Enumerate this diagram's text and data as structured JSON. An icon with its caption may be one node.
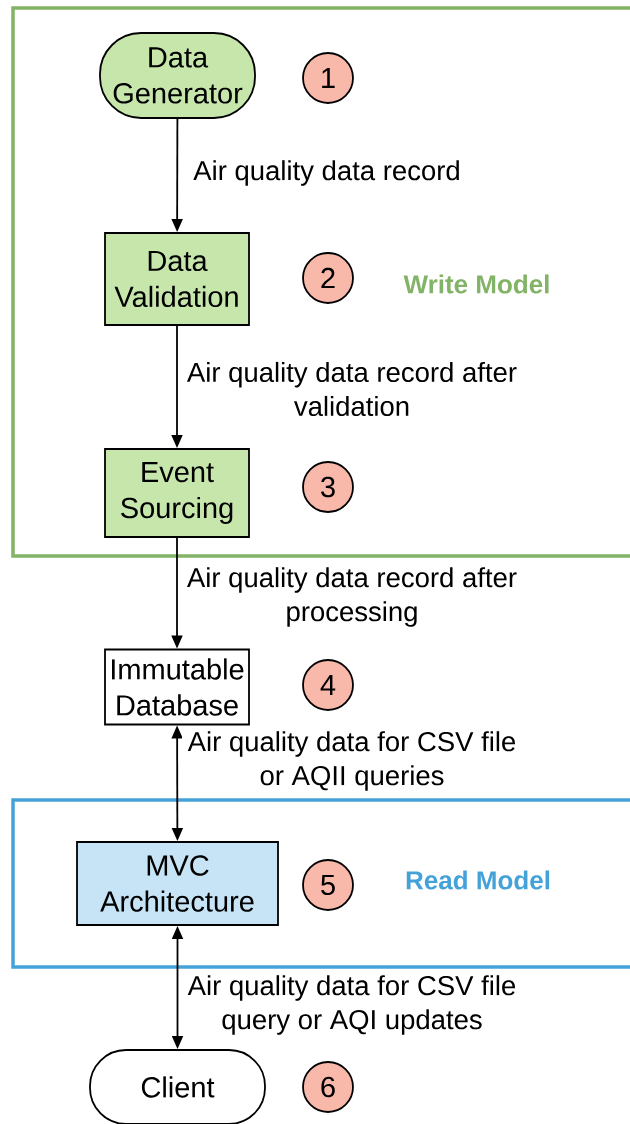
{
  "diagram": {
    "nodes": [
      {
        "text": [
          "Write Model"
        ]
      },
      {
        "text": [
          "Data Generator"
        ],
        "in": 0
      },
      {
        "text": [
          "1"
        ],
        "in": 0
      },
      {
        "text": [
          "Data Validation"
        ],
        "in": 0
      },
      {
        "text": [
          "2"
        ],
        "in": 0
      },
      {
        "text": [
          "Event Sourcing"
        ],
        "in": 0
      },
      {
        "text": [
          "3"
        ],
        "in": 0
      },
      {
        "text": [
          "Immutable Database"
        ]
      },
      {
        "text": [
          "4"
        ]
      },
      {
        "text": [
          "Read Model"
        ]
      },
      {
        "text": [
          "MVC Architecture"
        ],
        "in": 9
      },
      {
        "text": [
          "5"
        ],
        "in": 9
      },
      {
        "text": [
          "Client"
        ]
      },
      {
        "text": [
          "6"
        ]
      }
    ],
    "edges": [
      {
        "from": 1,
        "to": 3,
        "arrow": "to",
        "label": "Air quality data record"
      },
      {
        "from": 3,
        "to": 5,
        "arrow": "to",
        "label": "Air quality data record after validation"
      },
      {
        "from": 5,
        "to": 7,
        "arrow": "to",
        "label": "Air quality data record after processing"
      },
      {
        "from": 7,
        "to": 10,
        "arrow": "both",
        "label": "Air quality data for CSV file or AQII queries"
      },
      {
        "from": 10,
        "to": 12,
        "arrow": "both",
        "label": "Air quality data for CSV file query or AQI updates"
      }
    ]
  }
}
